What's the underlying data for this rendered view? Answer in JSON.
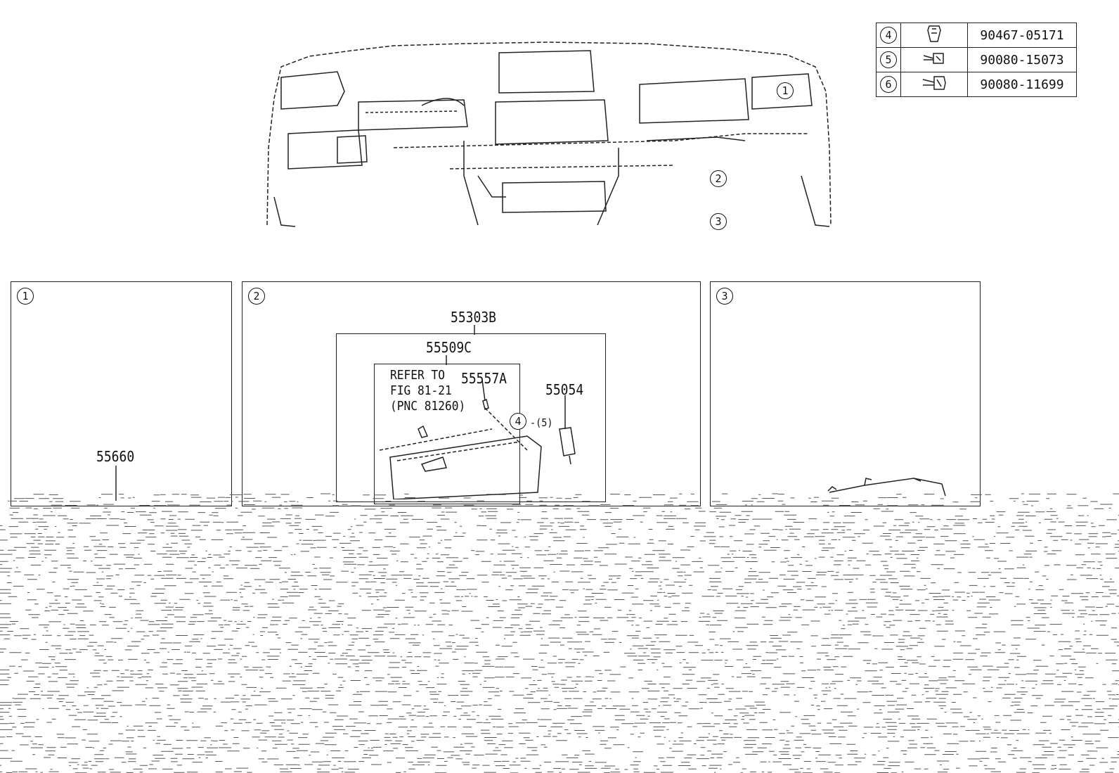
{
  "parts_table": {
    "rows": [
      {
        "ref": "4",
        "icon": "clip-icon",
        "part_no": "90467-05171"
      },
      {
        "ref": "5",
        "icon": "screw-icon",
        "part_no": "90080-15073"
      },
      {
        "ref": "6",
        "icon": "bolt-icon",
        "part_no": "90080-11699"
      }
    ]
  },
  "overview": {
    "callouts": [
      "1",
      "2",
      "3"
    ]
  },
  "panels": [
    {
      "id": "1",
      "labels": [
        "55660"
      ]
    },
    {
      "id": "2",
      "labels": [
        "55303B",
        "55509C",
        "55557A",
        "55054"
      ],
      "note": [
        "REFER TO",
        "FIG 81-21",
        "(PNC 81260)"
      ],
      "inline_callout": "4",
      "inline_ref": "-(5)"
    },
    {
      "id": "3",
      "labels": []
    }
  ],
  "colors": {
    "line": "#222222",
    "background": "#ffffff"
  }
}
